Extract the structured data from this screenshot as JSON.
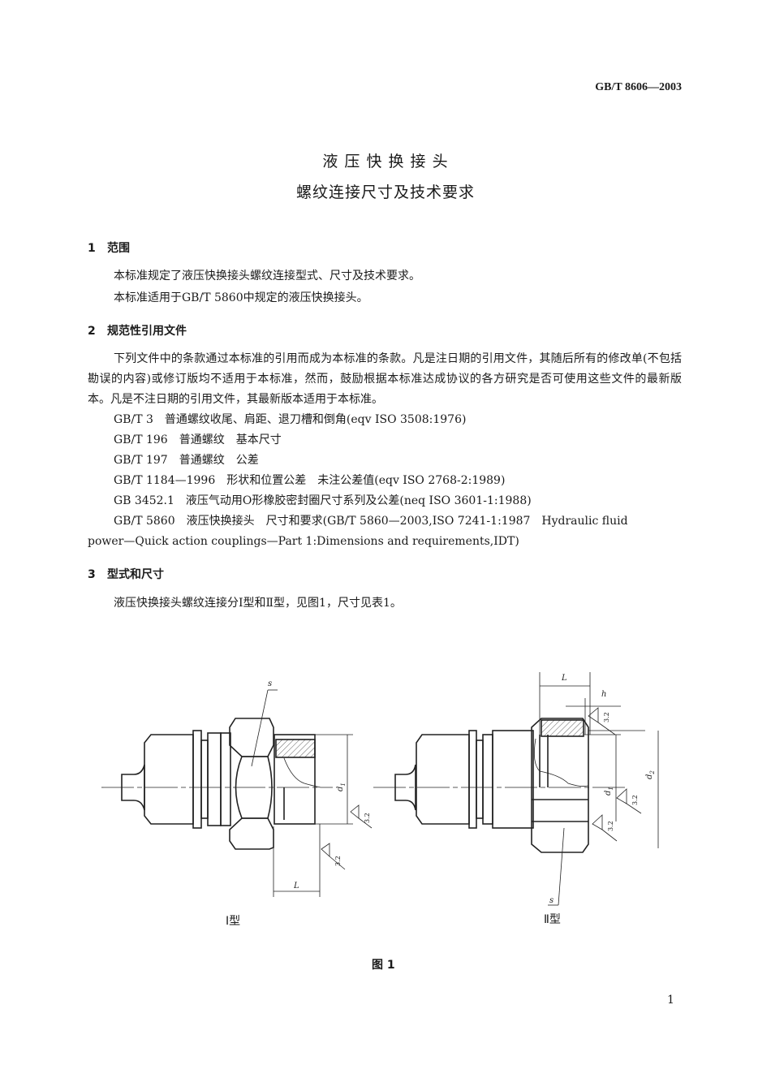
{
  "header": {
    "standard_number": "GB/T 8606—2003"
  },
  "title": {
    "line1": "液 压 快 换 接 头",
    "line2": "螺纹连接尺寸及技术要求"
  },
  "sections": [
    {
      "number": "1",
      "heading": "范围",
      "paragraphs": [
        "本标准规定了液压快换接头螺纹连接型式、尺寸及技术要求。",
        "本标准适用于GB/T 5860中规定的液压快换接头。"
      ]
    },
    {
      "number": "2",
      "heading": "规范性引用文件",
      "paragraph": "下列文件中的条款通过本标准的引用而成为本标准的条款。凡是注日期的引用文件，其随后所有的修改单(不包括勘误的内容)或修订版均不适用于本标准，然而，鼓励根据本标准达成协议的各方研究是否可使用这些文件的最新版本。凡是不注日期的引用文件，其最新版本适用于本标准。",
      "references": [
        "GB/T 3　普通螺纹收尾、肩距、退刀槽和倒角(eqv ISO 3508:1976)",
        "GB/T 196　普通螺纹　基本尺寸",
        "GB/T 197　普通螺纹　公差",
        "GB/T 1184—1996　形状和位置公差　未注公差值(eqv ISO 2768-2:1989)",
        "GB 3452.1　液压气动用O形橡胶密封圈尺寸系列及公差(neq ISO 3601-1:1988)",
        "GB/T 5860　液压快换接头　尺寸和要求(GB/T 5860—2003,ISO 7241-1:1987　Hydraulic fluid",
        "power—Quick action couplings—Part 1:Dimensions and requirements,IDT)"
      ]
    },
    {
      "number": "3",
      "heading": "型式和尺寸",
      "paragraphs": [
        "液压快换接头螺纹连接分Ⅰ型和Ⅱ型，见图1，尺寸见表1。"
      ]
    }
  ],
  "figure": {
    "labels": {
      "s": "s",
      "L": "L",
      "h": "h",
      "d1": "d",
      "d1_sub": "1",
      "d2": "d",
      "d2_sub": "2",
      "roughness": "3.2"
    },
    "type1_caption": "Ⅰ型",
    "type2_caption": "Ⅱ型",
    "caption": "图 1"
  },
  "page_number": "1"
}
